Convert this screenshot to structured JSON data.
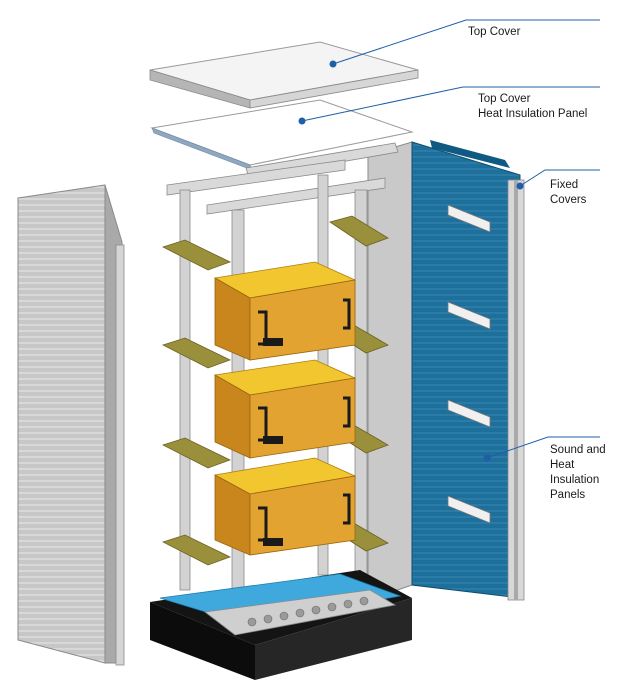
{
  "callouts": {
    "top_cover": {
      "lines": [
        "Top Cover"
      ]
    },
    "top_cover_heat_insulation_panel": {
      "lines": [
        "Top Cover",
        "Heat Insulation Panel"
      ]
    },
    "fixed_covers": {
      "lines": [
        "Fixed",
        "Covers"
      ]
    },
    "sound_and_heat_insulation_panels": {
      "lines": [
        "Sound and",
        "Heat",
        "Insulation",
        "Panels"
      ]
    }
  },
  "colors": {
    "callout_line": "#1f5fa8",
    "callout_dot": "#1f5fa8",
    "steel_light": "#e6e6e6",
    "steel_mid": "#bdbdbd",
    "steel_dark": "#8c8c8c",
    "insulation_blue": "#1d6f9c",
    "module_orange": "#e3a330",
    "module_yellow": "#f2c62e",
    "bracket_olive": "#9a8f3a",
    "base_black": "#141414",
    "base_blue": "#3fa9dd"
  },
  "icons": {
    "leader_dot": "circle-dot"
  }
}
